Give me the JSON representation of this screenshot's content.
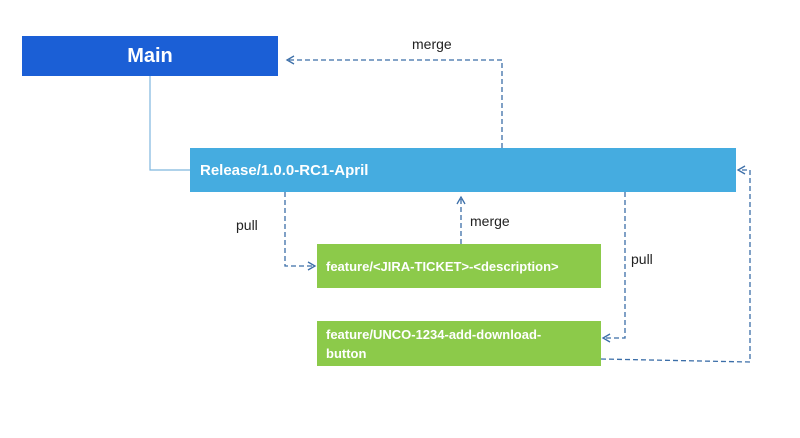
{
  "nodes": {
    "main": "Main",
    "release": "Release/1.0.0-RC1-April",
    "feature_template": "feature/<JIRA-TICKET>-<description>",
    "feature_example": "feature/UNCO-1234-add-download-button"
  },
  "edges": {
    "merge_release_to_main": "merge",
    "merge_feature_to_release": "merge",
    "pull_release_to_feature_template": "pull",
    "pull_release_to_feature_example": "pull"
  },
  "colors": {
    "main": "#1b5fd6",
    "release": "#45ace0",
    "feature": "#8cca4a",
    "arrow": "#3b6ea8",
    "connector": "#7fb6de"
  }
}
